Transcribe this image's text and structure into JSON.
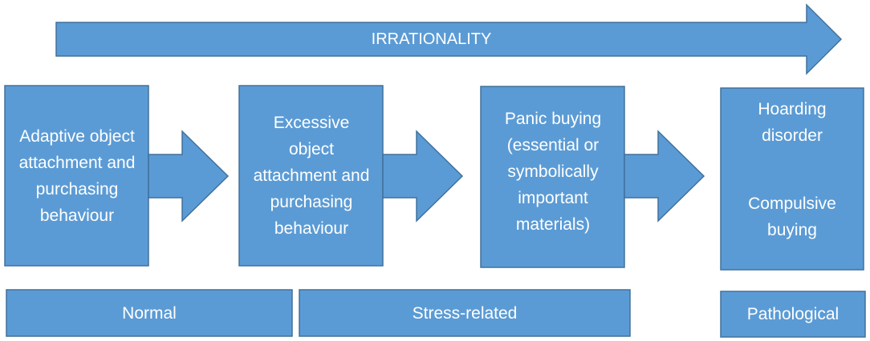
{
  "colors": {
    "fill": "#5b9bd5",
    "stroke": "#41719c",
    "text": "#ffffff"
  },
  "banner": {
    "label": "IRRATIONALITY"
  },
  "stages": [
    {
      "label": "Adaptive object attachment and purchasing behaviour"
    },
    {
      "label": "Excessive object attachment and purchasing behaviour"
    },
    {
      "label": "Panic buying (essential or symbolically important materials)"
    },
    {
      "label_top": "Hoarding disorder",
      "label_bottom": "Compulsive buying"
    }
  ],
  "categories": [
    {
      "label": "Normal"
    },
    {
      "label": "Stress-related"
    },
    {
      "label": "Pathological"
    }
  ]
}
